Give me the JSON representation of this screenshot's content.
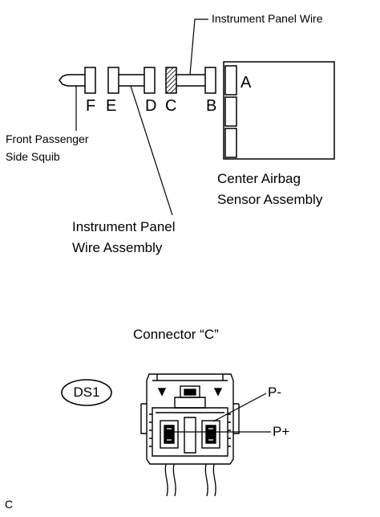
{
  "labels": {
    "instrument_panel_wire": "Instrument Panel Wire",
    "pin_a": "A",
    "pin_b": "B",
    "pin_c": "C",
    "pin_d": "D",
    "pin_e": "E",
    "pin_f": "F",
    "front_passenger_line1": "Front Passenger",
    "front_passenger_line2": "Side Squib",
    "center_airbag_line1": "Center Airbag",
    "center_airbag_line2": "Sensor Assembly",
    "ip_wire_assembly_line1": "Instrument Panel",
    "ip_wire_assembly_line2": "Wire Assembly",
    "connector_title": "Connector “C”",
    "ds1_badge": "DS1",
    "p_minus": "P-",
    "p_plus": "P+",
    "figure_code": "C"
  }
}
